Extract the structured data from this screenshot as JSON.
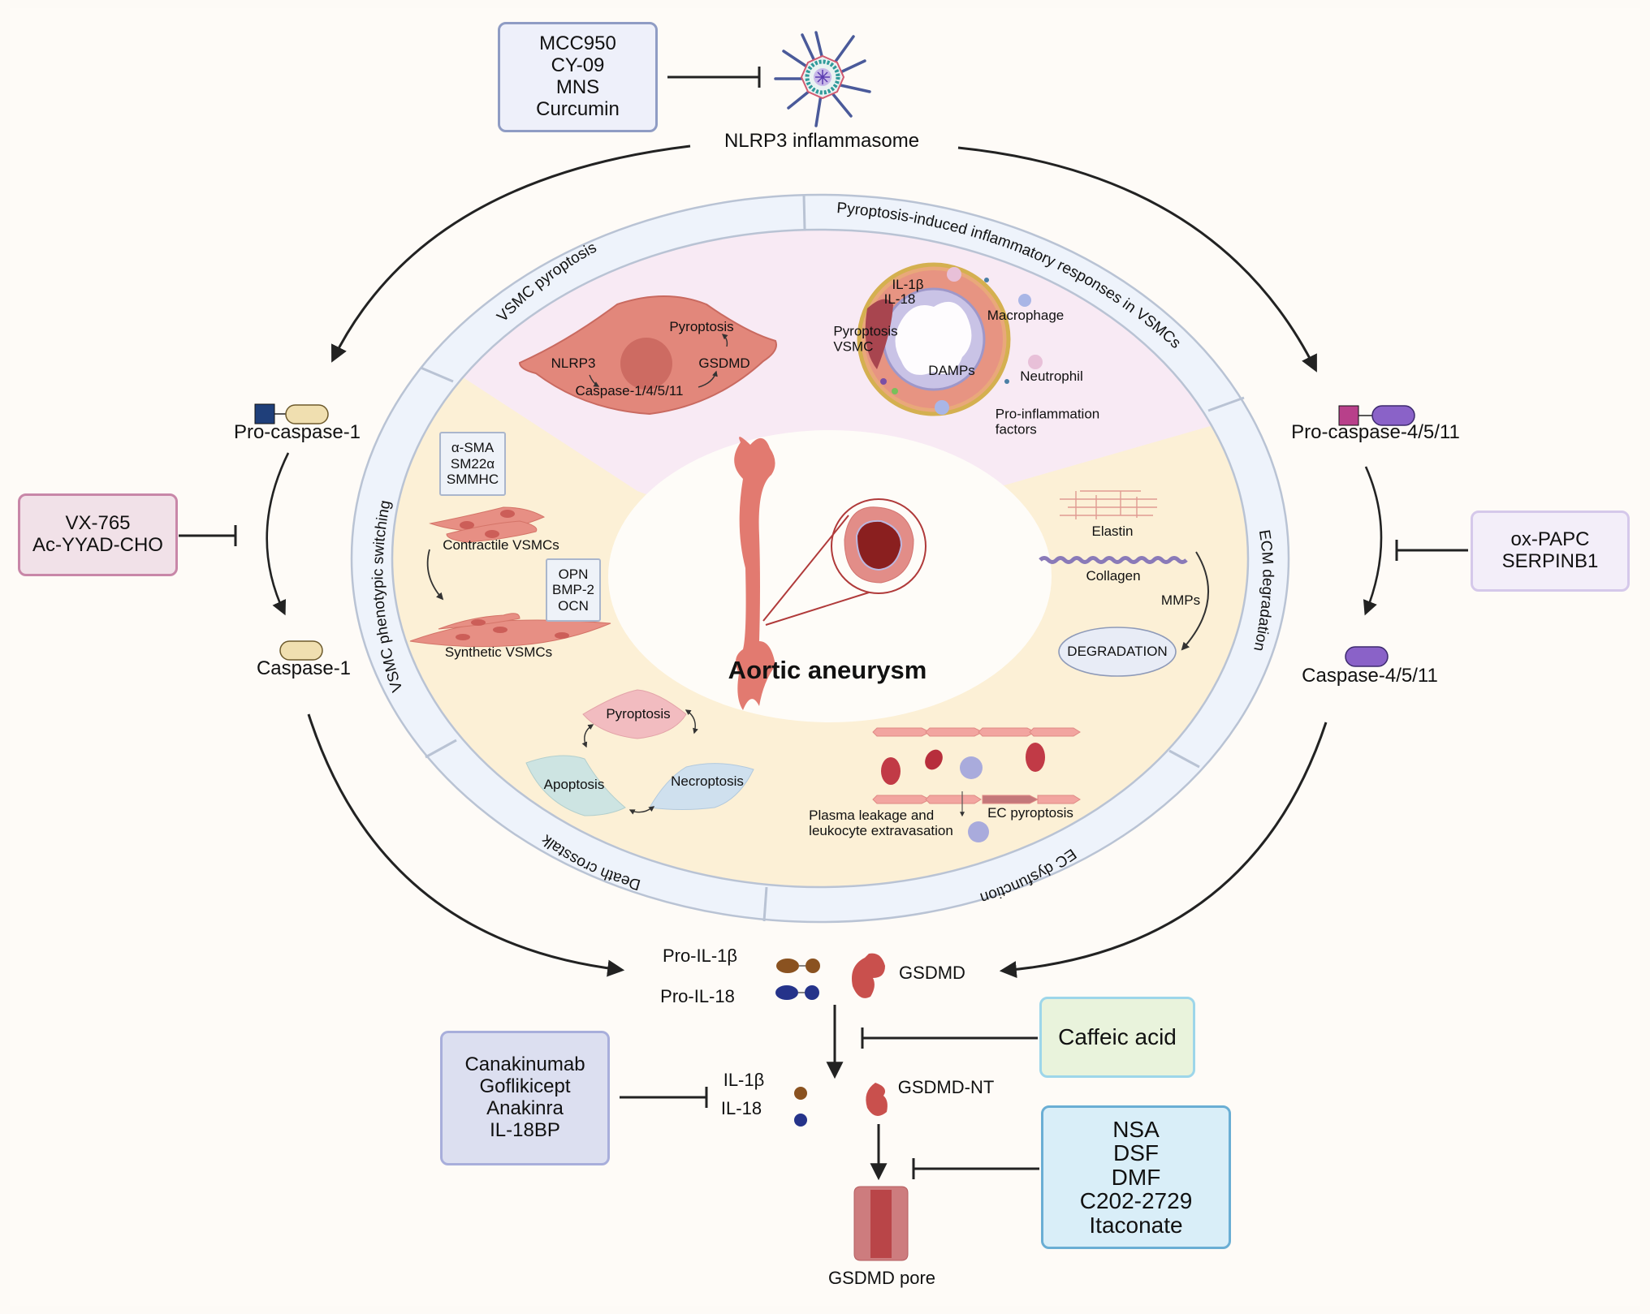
{
  "figure": {
    "center_title": "Aortic aneurysm",
    "top": {
      "inhibitor_box": [
        "MCC950",
        "CY-09",
        "MNS",
        "Curcumin"
      ],
      "complex_label": "NLRP3 inflammasome",
      "complex_icon": "inflammasome-icon"
    },
    "left": {
      "pro_caspase_label": "Pro-caspase-1",
      "inhibitor_box": [
        "VX-765",
        "Ac-YYAD-CHO"
      ],
      "caspase_label": "Caspase-1"
    },
    "right": {
      "pro_caspase_label": "Pro-caspase-4/5/11",
      "inhibitor_box": [
        "ox-PAPC",
        "SERPINB1"
      ],
      "caspase_label": "Caspase-4/5/11"
    },
    "ring_segments": [
      "VSMC pyroptosis",
      "Pyroptosis-induced inflammatory responses in VSMCs",
      "ECM degradation",
      "EC dysfunction",
      "Death crosstalk",
      "VSMC phenotypic switching"
    ],
    "vsmc_pyroptosis": {
      "nlrp3": "NLRP3",
      "caspase": "Caspase-1/4/5/11",
      "gsdmd": "GSDMD",
      "pyroptosis": "Pyroptosis"
    },
    "inflammatory": {
      "il1b": "IL-1β",
      "il18": "IL-18",
      "pyroptosis_vsmc": [
        "Pyroptosis",
        "VSMC"
      ],
      "macrophage": "Macrophage",
      "damps": "DAMPs",
      "neutrophil": "Neutrophil",
      "pro_inflammation": [
        "Pro-inflammation",
        "factors"
      ]
    },
    "phenotypic": {
      "contractile_markers": [
        "α-SMA",
        "SM22α",
        "SMMHC"
      ],
      "contractile_label": "Contractile VSMCs",
      "synthetic_markers": [
        "OPN",
        "BMP-2",
        "OCN"
      ],
      "synthetic_label": "Synthetic VSMCs"
    },
    "ecm": {
      "elastin": "Elastin",
      "collagen": "Collagen",
      "mmps": "MMPs",
      "degradation": "DEGRADATION"
    },
    "death_crosstalk": {
      "pyroptosis": "Pyroptosis",
      "apoptosis": "Apoptosis",
      "necroptosis": "Necroptosis"
    },
    "ec_dysfunction": {
      "leakage": [
        "Plasma leakage and",
        "leukocyte extravasation"
      ],
      "ec_pyroptosis": "EC pyroptosis"
    },
    "bottom": {
      "pro_il1b": "Pro-IL-1β",
      "pro_il18": "Pro-IL-18",
      "gsdmd": "GSDMD",
      "caffeic_box": "Caffeic acid",
      "il_inhibitor_box": [
        "Canakinumab",
        "Goflikicept",
        "Anakinra",
        "IL-18BP"
      ],
      "il1b": "IL-1β",
      "il18": "IL-18",
      "gsdmd_nt": "GSDMD-NT",
      "pore_inhibitor_box": [
        "NSA",
        "DSF",
        "DMF",
        "C202-2729",
        "Itaconate"
      ],
      "pore_label": "GSDMD pore"
    },
    "colors": {
      "ring": "#eef3fb",
      "ring_stroke": "#b9c3d4",
      "pink_sector": "#f8eaf4",
      "yellow_sector": "#fcf0d6",
      "cell": "#e2877b",
      "il1b_brown": "#8a5220",
      "il18_blue": "#25338a",
      "gsdmd_red": "#c9504d",
      "caspase1_tan": "#f0dfb0",
      "caspase4_purple": "#8a62c8",
      "caspase1_square": "#1f3f7a",
      "caspase4_square": "#b8408a"
    }
  }
}
